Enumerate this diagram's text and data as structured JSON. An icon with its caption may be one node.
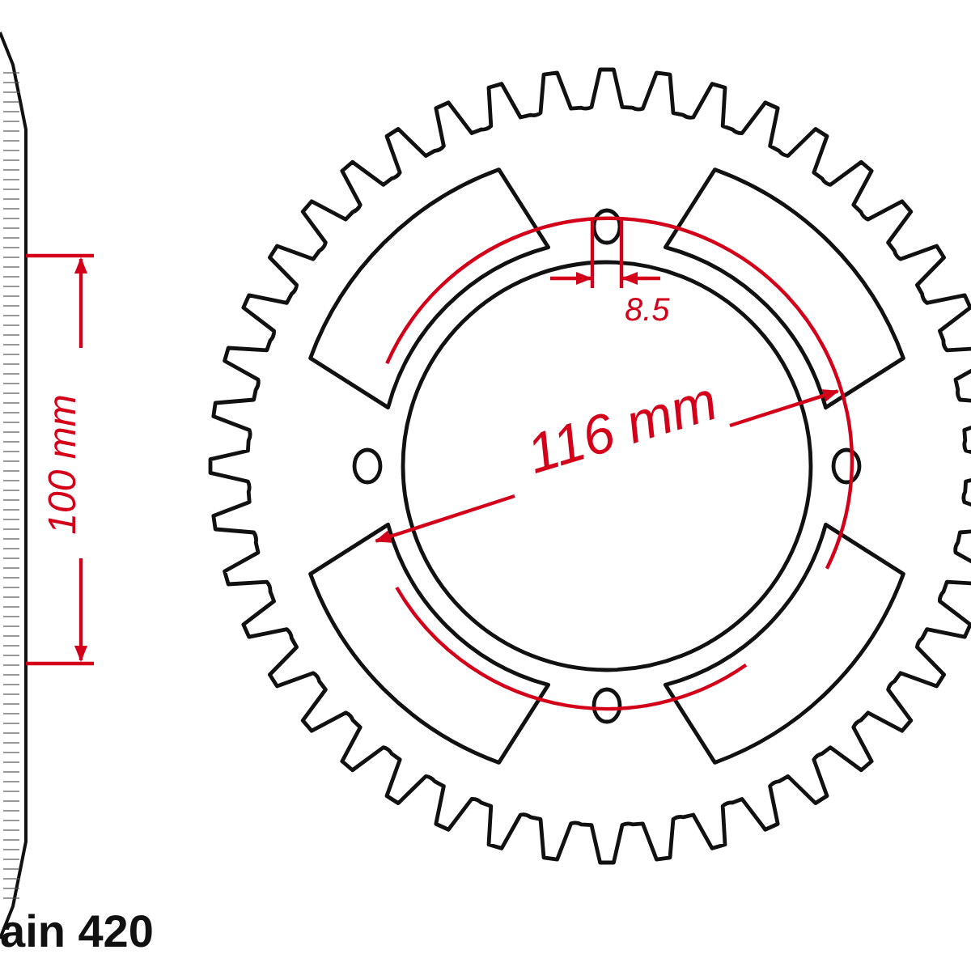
{
  "diagram": {
    "labels": [
      "100 mm",
      "8.5",
      "116 mm",
      "ain 420"
    ]
  }
}
